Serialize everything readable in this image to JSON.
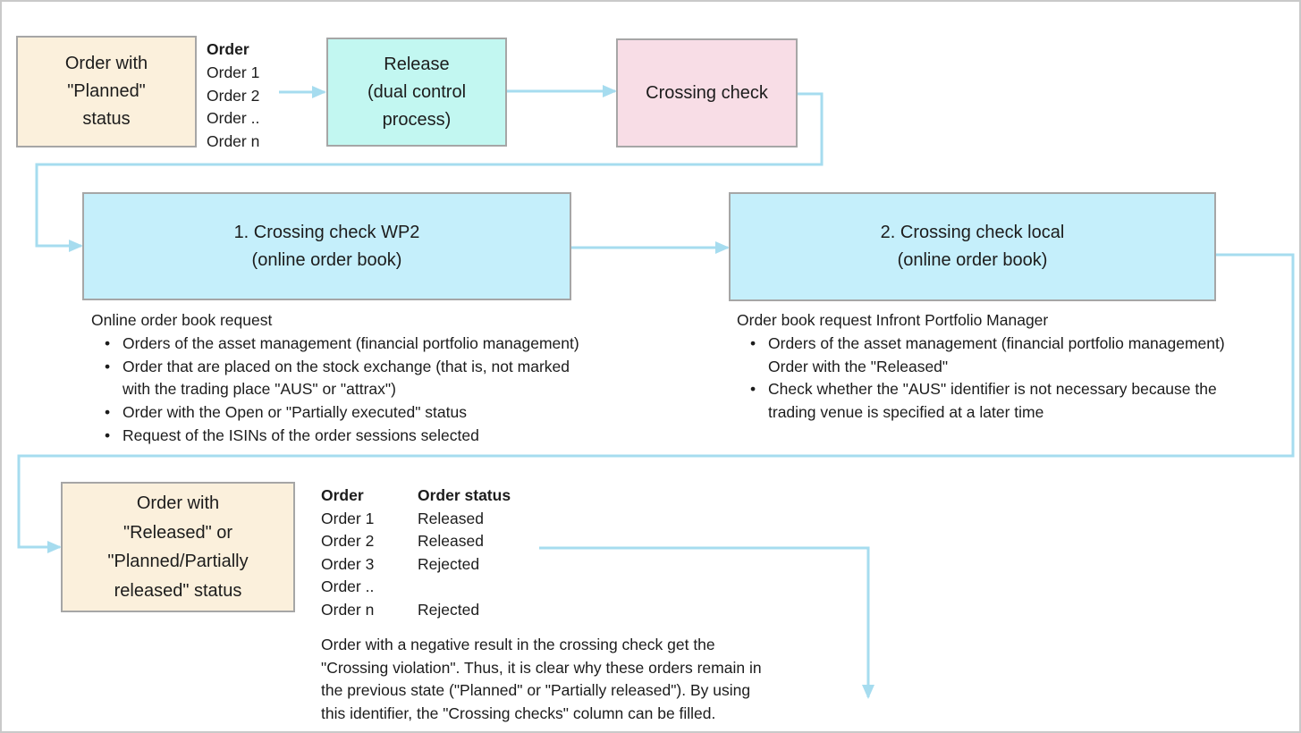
{
  "colors": {
    "connector_blue": "#a6dcef",
    "box_border_gray": "#a6a6a6",
    "frame_border_gray": "#c9c9c9",
    "cream_fill": "#fbf0dc",
    "cyan_fill": "#c2f7f1",
    "pink_fill": "#f8dde6",
    "light_blue_fill": "#c5effb",
    "text": "#1c1c1c"
  },
  "flow": {
    "planned_box": {
      "label": "Order with\n\"Planned\"\nstatus"
    },
    "release_box": {
      "label": "Release\n(dual control\nprocess)"
    },
    "crossing_check_box": {
      "label": "Crossing check"
    },
    "wp2_box": {
      "label": "1. Crossing check WP2\n(online order book)"
    },
    "local_box": {
      "label": "2. Crossing check local\n(online order book)"
    },
    "released_box": {
      "label": "Order with\n\"Released\" or\n\"Planned/Partially\nreleased\" status"
    }
  },
  "top_order_list": {
    "header": "Order",
    "items": [
      "Order 1",
      "Order 2",
      "Order ..",
      "Order n"
    ]
  },
  "notes": {
    "wp2": {
      "lead": "Online order book request",
      "bullets": [
        "Orders of the asset management (financial portfolio management)",
        "Order that are placed on the stock exchange (that is, not marked\nwith the trading place \"AUS\" or \"attrax\")",
        "Order with the Open or \"Partially executed\" status",
        "Request of the ISINs of the order sessions selected"
      ]
    },
    "local": {
      "lead": "Order book request Infront Portfolio Manager",
      "bullets": [
        "Orders of the asset management (financial portfolio management)\nOrder with the \"Released\"",
        "Check whether the \"AUS\" identifier is not necessary because the\ntrading venue is specified at a later time"
      ]
    }
  },
  "orders_table": {
    "headers": {
      "order": "Order",
      "status": "Order status"
    },
    "rows": [
      {
        "order": "Order 1",
        "status": "Released"
      },
      {
        "order": "Order 2",
        "status": "Released"
      },
      {
        "order": "Order 3",
        "status": "Rejected"
      },
      {
        "order": "Order ..",
        "status": ""
      },
      {
        "order": "Order n",
        "status": "Rejected"
      }
    ]
  },
  "note_paragraph": "Order with a negative result in the crossing check get the\n\"Crossing violation\". Thus, it is clear why these orders remain in\nthe previous state (\"Planned\" or \"Partially released\"). By using\nthis identifier, the \"Crossing checks\" column can be filled."
}
